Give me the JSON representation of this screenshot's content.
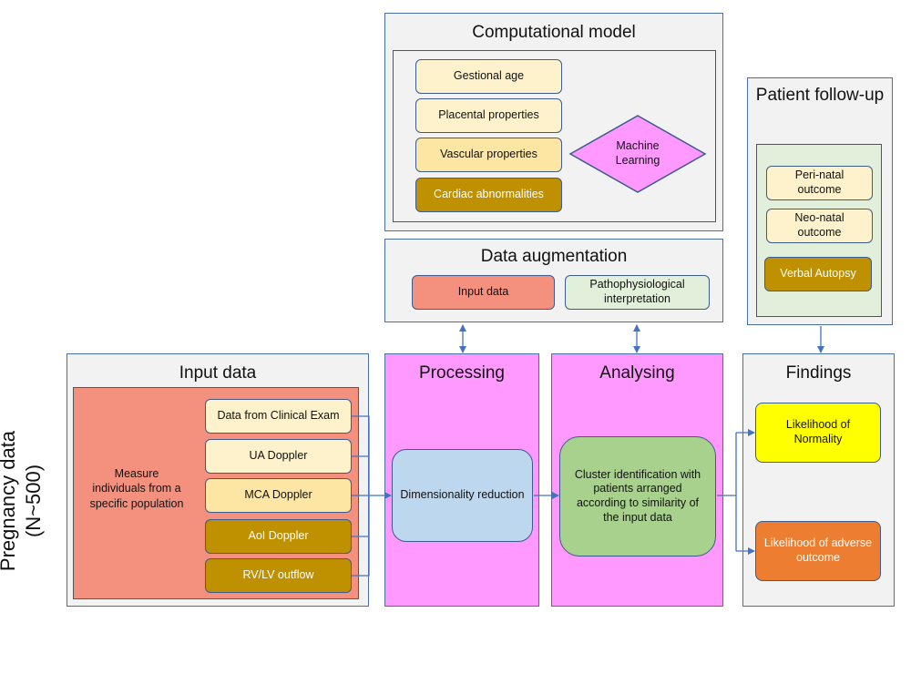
{
  "side_label": {
    "line1": "Pregnancy data",
    "line2": "(N~500)"
  },
  "computational_model": {
    "title": "Computational model",
    "items": [
      "Gestional age",
      "Placental properties",
      "Vascular properties",
      "Cardiac abnormalities"
    ],
    "ml_label": "Machine Learning"
  },
  "data_augmentation": {
    "title": "Data augmentation",
    "input_data": "Input data",
    "interpretation": "Pathophysiological interpretation"
  },
  "patient_followup": {
    "title": "Patient follow-up",
    "items": [
      "Peri-natal outcome",
      "Neo-natal outcome",
      "Verbal Autopsy"
    ]
  },
  "input_data": {
    "title": "Input data",
    "measure_label": "Measure individuals from a specific population",
    "items": [
      "Data from Clinical Exam",
      "UA Doppler",
      "MCA Doppler",
      "AoI Doppler",
      "RV/LV outflow"
    ]
  },
  "processing": {
    "title": "Processing",
    "node": "Dimensionality reduction"
  },
  "analysing": {
    "title": "Analysing",
    "node": "Cluster identification with patients arranged according to similarity of the input data"
  },
  "findings": {
    "title": "Findings",
    "normality": "Likelihood of Normality",
    "adverse": "Likelihood of adverse outcome"
  },
  "colors": {
    "panel_border": "#4a6fa5",
    "pink": "#ff99ff",
    "salmon": "#f4907e",
    "yellow": "#ffff00",
    "orange": "#ed7d31",
    "blue": "#bdd7ee",
    "green": "#a9d18e",
    "gold": "#bf9000"
  }
}
